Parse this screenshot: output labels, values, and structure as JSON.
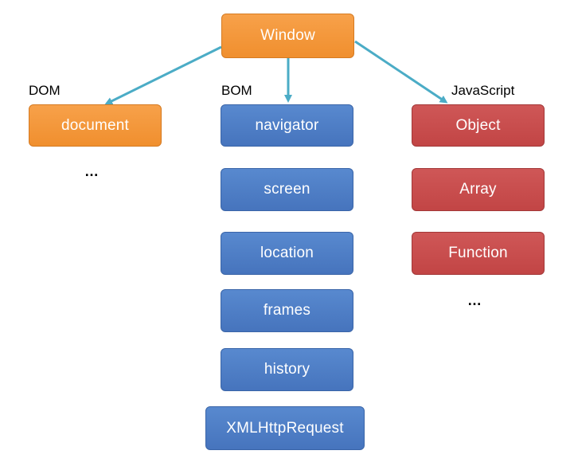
{
  "root": {
    "label": "Window"
  },
  "columns": {
    "dom": {
      "heading": "DOM",
      "items": [
        "document"
      ],
      "more": "…"
    },
    "bom": {
      "heading": "BOM",
      "items": [
        "navigator",
        "screen",
        "location",
        "frames",
        "history",
        "XMLHttpRequest"
      ]
    },
    "javascript": {
      "heading": "JavaScript",
      "items": [
        "Object",
        "Array",
        "Function"
      ],
      "more": "…"
    }
  },
  "colors": {
    "dom": "#f39536",
    "bom": "#4f7ec6",
    "javascript": "#c94e4e",
    "arrow": "#4bacc6"
  }
}
